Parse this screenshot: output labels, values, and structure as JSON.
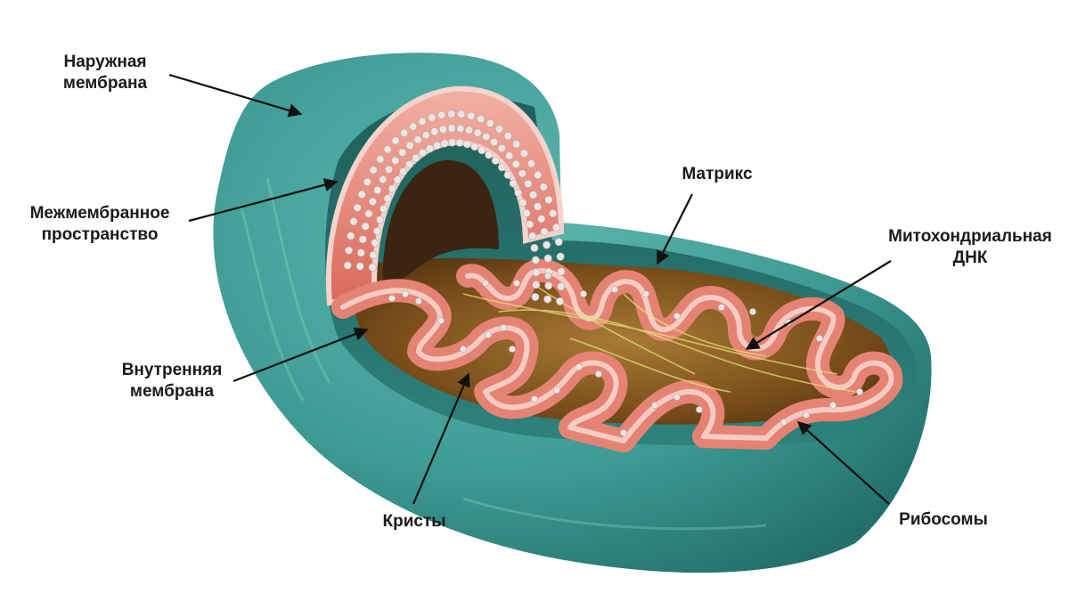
{
  "labels": {
    "outer_membrane": [
      "Наружная",
      "мембрана"
    ],
    "intermembrane_space": [
      "Межмембранное",
      "пространство"
    ],
    "inner_membrane": [
      "Внутренняя",
      "мембрана"
    ],
    "cristae": "Кристы",
    "matrix": "Матрикс",
    "mito_dna": [
      "Митохондриальная",
      "ДНК"
    ],
    "ribosomes": "Рибосомы"
  },
  "colors": {
    "outer_shell": "#3f9c95",
    "outer_shell_dark": "#23706b",
    "inner_membrane": "#e48374",
    "inner_membrane_light": "#f6d3cc",
    "matrix": "#8a5a1f",
    "granule": "#ebe6e4",
    "text": "#1a1a1a"
  }
}
